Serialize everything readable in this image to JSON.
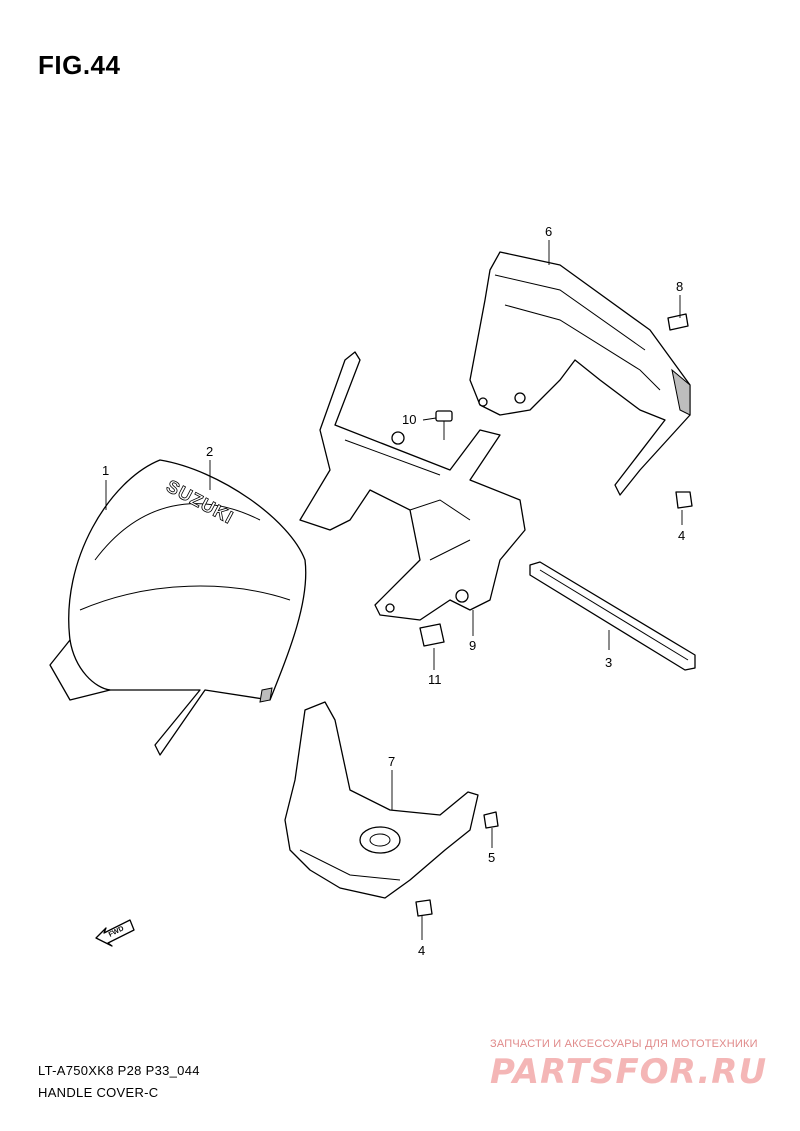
{
  "figure": {
    "title": "FIG.44",
    "model_code": "LT-A750XK8 P28 P33_044",
    "caption": "HANDLE COVER-C"
  },
  "callouts": {
    "c1": "1",
    "c2": "2",
    "c3": "3",
    "c4a": "4",
    "c4b": "4",
    "c5": "5",
    "c6": "6",
    "c7": "7",
    "c8": "8",
    "c9": "9",
    "c10": "10",
    "c11": "11"
  },
  "logo_text": "SUZUKI",
  "fwd_label": "FWD",
  "watermark": {
    "tagline": "ЗАПЧАСТИ И АКСЕССУАРЫ ДЛЯ МОТОТЕХНИКИ",
    "brand": "PARTSFOR.RU",
    "color": "#e08a8a"
  }
}
